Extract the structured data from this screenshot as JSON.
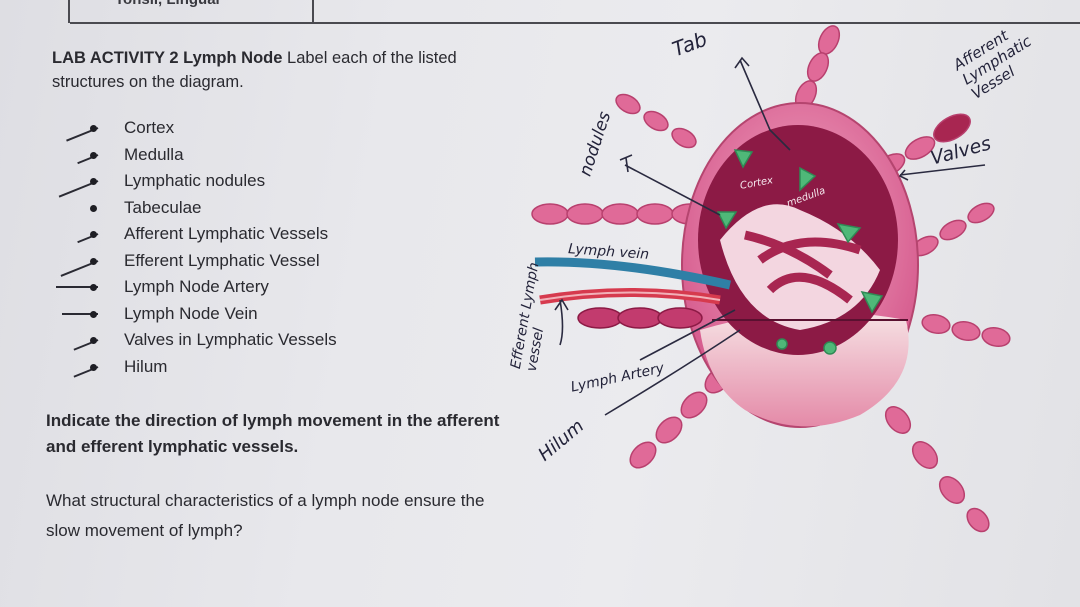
{
  "header": {
    "cut_text": "Tonsil, Lingual"
  },
  "title": {
    "activity": "LAB ACTIVITY 2",
    "subject": "Lymph Node",
    "instruction": "Label each of the listed structures on the diagram."
  },
  "structures": [
    "Cortex",
    "Medulla",
    "Lymphatic nodules",
    "Tabeculae",
    "Afferent Lymphatic Vessels",
    "Efferent Lymphatic Vessel",
    "Lymph Node Artery",
    "Lymph Node Vein",
    "Valves in Lymphatic Vessels",
    "Hilum"
  ],
  "question1": "Indicate the direction of lymph movement in the afferent and efferent lymphatic vessels.",
  "question2": "What structural characteristics of a lymph node ensure the slow movement of lymph?",
  "handwritten": {
    "tab": "Tab",
    "afferent": "Afferent Lymphatic Vessel",
    "valves": "Valves",
    "nodules": "nodules",
    "cortex": "Cortex",
    "medulla": "medulla",
    "lymph_vein": "Lymph vein",
    "efferent": "Efferent Lymph vessel",
    "lymph_artery": "Lymph Artery",
    "hilum": "Hilum"
  },
  "colors": {
    "vessel_pink": "#e06a98",
    "capsule": "#d95b8c",
    "cortex_dark": "#8c1a45",
    "medulla_light": "#f3d6e0",
    "nodule_green": "#4fb878",
    "vein_blue": "#2f7fa6",
    "artery_red": "#d63a4e"
  }
}
